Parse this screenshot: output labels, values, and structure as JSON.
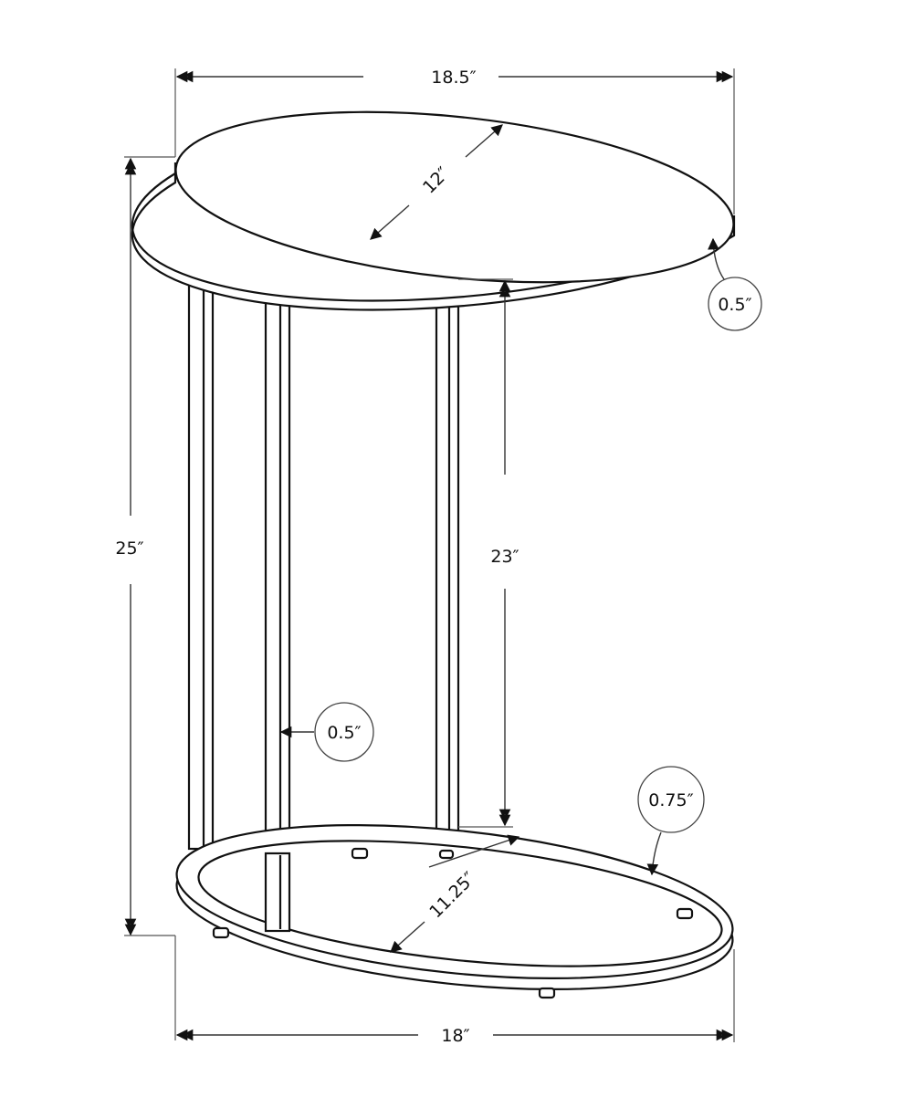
{
  "diagram": {
    "subject": "Oval C-shaped accent table line drawing with dimensions",
    "dimensions": {
      "top_width": "18.5″",
      "top_depth": "12″",
      "top_thickness": "0.5″",
      "overall_height": "25″",
      "leg_height": "23″",
      "leg_thickness": "0.5″",
      "base_tube": "0.75″",
      "base_depth": "11.25″",
      "base_width": "18″"
    },
    "colors": {
      "line": "#111111",
      "background": "#ffffff"
    }
  }
}
